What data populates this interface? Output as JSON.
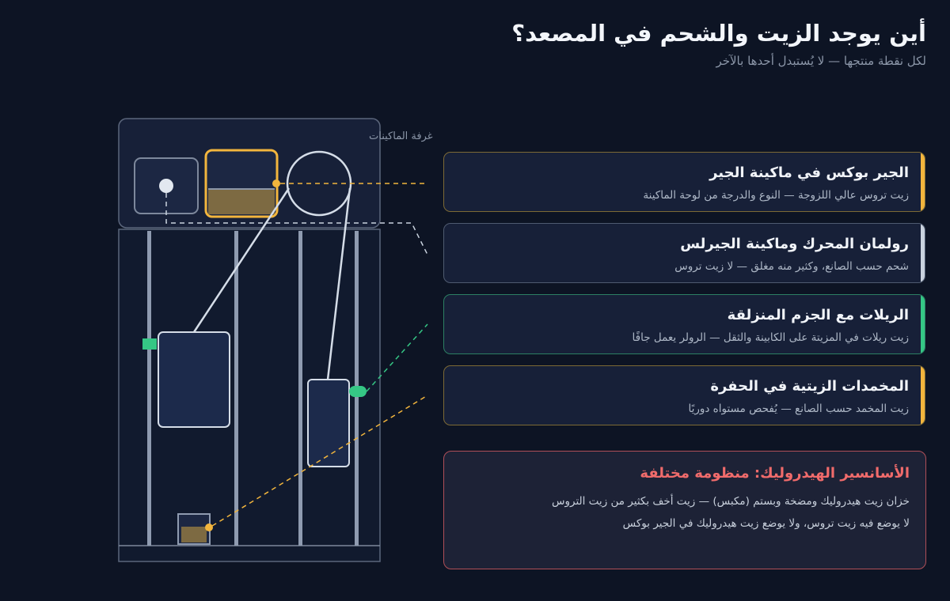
{
  "header": {
    "title": "أين يوجد الزيت والشحم في المصعد؟",
    "subtitle": "لكل نقطة منتجها — لا يُستبدل أحدها بالآخر"
  },
  "diagram": {
    "machine_room_label": "غرفة الماكينات"
  },
  "cards": [
    {
      "title": "الجير بوكس في ماكينة الجير",
      "subtitle": "زيت تروس عالي اللزوجة — النوع والدرجة من لوحة الماكينة",
      "accent": "#f2b53d"
    },
    {
      "title": "رولمان المحرك وماكينة الجيرلس",
      "subtitle": "شحم حسب الصانع، وكثير منه مغلق — لا زيت تروس",
      "accent": "#c9d2de"
    },
    {
      "title": "الريلات مع الجزم المنزلقة",
      "subtitle": "زيت ريلات في المزيتة على الكابينة والثقل — الرولر يعمل جافًا",
      "accent": "#35c785"
    },
    {
      "title": "المخمدات الزيتية في الحفرة",
      "subtitle": "زيت المخمد حسب الصانع — يُفحص مستواه دوريًا",
      "accent": "#f2b53d"
    }
  ],
  "warning": {
    "title": "الأسانسير الهيدروليك: منظومة مختلفة",
    "line1": "خزان زيت هيدروليك ومضخة وبستم (مكبس) — زيت أخف بكثير من زيت التروس",
    "line2": "لا يوضع فيه زيت تروس، ولا يوضع زيت هيدروليك في الجير بوكس",
    "accent": "#f06b6b"
  },
  "colors": {
    "background": "#0d1424",
    "gear_oil": "#f2b53d",
    "grease": "#c9d2de",
    "rail_oil": "#35c785",
    "warning": "#f06b6b"
  }
}
